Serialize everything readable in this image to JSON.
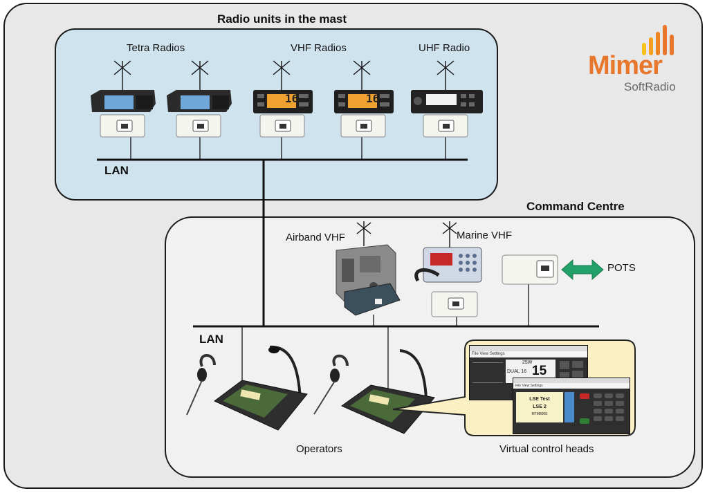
{
  "mast": {
    "title": "Radio units in the mast",
    "lan": "LAN",
    "groups": [
      "Tetra Radios",
      "VHF Radios",
      "UHF Radio"
    ]
  },
  "vhf_display": [
    "16",
    "16"
  ],
  "command": {
    "title": "Command Centre",
    "lan": "LAN",
    "airband": "Airband VHF",
    "marine": "Marine VHF",
    "pots": "POTS",
    "operators": "Operators",
    "virtual": "Virtual control heads"
  },
  "logo": {
    "name": "Mimer",
    "sub": "SoftRadio"
  },
  "virtual_screens": {
    "back": {
      "menu": "File  View  Settings",
      "mode": "DUAL 16",
      "ch": "15",
      "top": "25W"
    },
    "front": {
      "menu": "File  View  Settings",
      "l1": "LSE Test",
      "l2": "LSE 2",
      "l3": "MTM800E"
    }
  },
  "colors": {
    "accent": "#e8762b",
    "mast_bg": "#cfe3ef",
    "arrow": "#22a26a",
    "bubble": "#fbefc4"
  }
}
